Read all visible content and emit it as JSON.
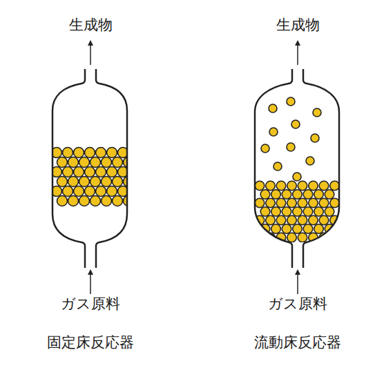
{
  "diagram": {
    "labels": [
      "生成物",
      "生成物",
      "ガス原料",
      "ガス原料",
      "固定床反応器",
      "流動床反応器"
    ]
  }
}
